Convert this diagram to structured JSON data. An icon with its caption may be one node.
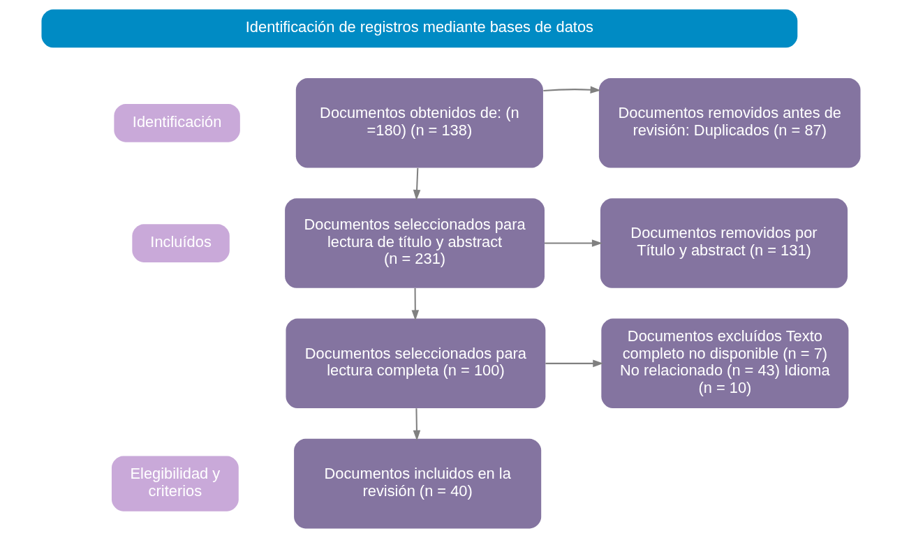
{
  "diagram": {
    "nodes": [
      {
        "text": [
          "Identificación de registros mediante bases de datos"
        ]
      },
      {
        "text": [
          "Identificación"
        ]
      },
      {
        "text": [
          "Incluídos"
        ]
      },
      {
        "text": [
          "Elegibilidad y criterios"
        ]
      },
      {
        "text": [
          "Documentos obtenidos de: (n =180) (n = 138)"
        ]
      },
      {
        "text": [
          "Documentos removidos antes de revisión: Duplicados (n = 87)"
        ]
      },
      {
        "text": [
          "Documentos seleccionados para lectura de título y abstract (n = 231)"
        ]
      },
      {
        "text": [
          "Documentos removidos por Título y abstract (n = 131)"
        ]
      },
      {
        "text": [
          "Documentos seleccionados para lectura completa (n = 100)"
        ]
      },
      {
        "text": [
          "Documentos excluídos Texto completo no disponible (n = 7) No relacionado (n = 43) Idioma (n = 10)"
        ]
      },
      {
        "text": [
          "Documentos incluidos en la revisión (n = 40)"
        ]
      }
    ],
    "edges": [
      {
        "from": 4,
        "to": 5,
        "arrow": "to"
      },
      {
        "from": 4,
        "to": 6,
        "arrow": "to"
      },
      {
        "from": 6,
        "to": 7,
        "arrow": "to"
      },
      {
        "from": 6,
        "to": 8,
        "arrow": "to"
      },
      {
        "from": 8,
        "to": 9,
        "arrow": "to"
      },
      {
        "from": 8,
        "to": 10,
        "arrow": "to"
      }
    ]
  }
}
